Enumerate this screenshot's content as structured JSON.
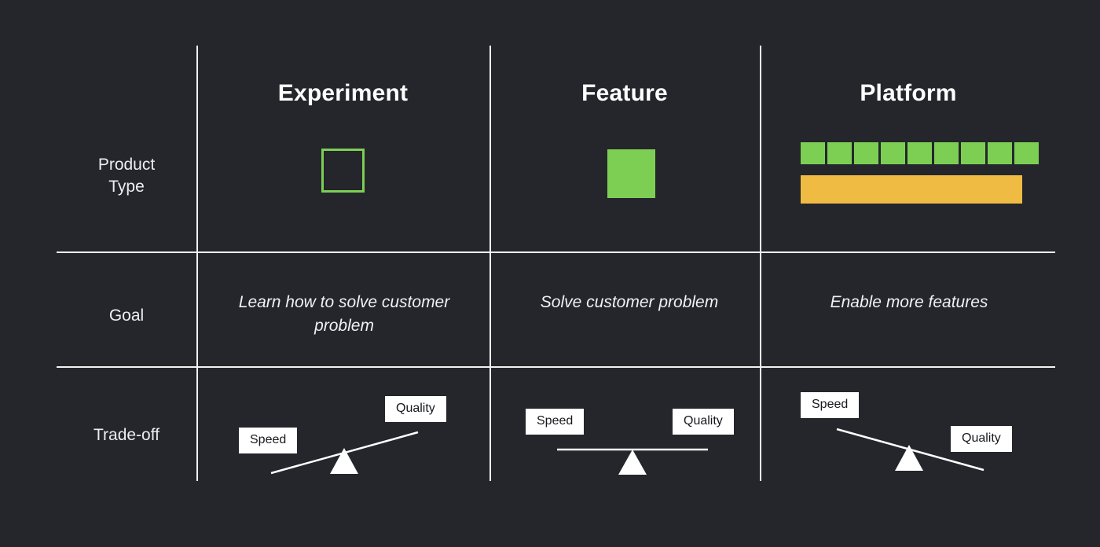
{
  "background_color": "#24262c",
  "accent_colors": {
    "green": "#7ccf53",
    "yellow": "#efbb43",
    "rule": "#f2f2f2",
    "text": "#f0f1f3",
    "chip_bg": "#ffffff",
    "chip_text": "#16181c"
  },
  "columns": [
    {
      "id": "experiment",
      "label": "Experiment"
    },
    {
      "id": "feature",
      "label": "Feature"
    },
    {
      "id": "platform",
      "label": "Platform"
    }
  ],
  "rows": [
    {
      "id": "product-type",
      "label": "Product\nType",
      "line1": "Product",
      "line2": "Type"
    },
    {
      "id": "goal",
      "label": "Goal"
    },
    {
      "id": "tradeoff",
      "label": "Trade-off"
    }
  ],
  "product_type": {
    "experiment": {
      "glyph": "outlined-square",
      "count": 1
    },
    "feature": {
      "glyph": "filled-square",
      "count": 1
    },
    "platform": {
      "glyph": "square-row-plus-bar",
      "count": 9,
      "bar": "yellow-bar"
    }
  },
  "goal": {
    "experiment": "Learn how to solve customer problem",
    "feature": "Solve customer problem",
    "platform": "Enable more features"
  },
  "tradeoff": {
    "left_label": "Speed",
    "right_label": "Quality",
    "experiment": {
      "tilt": "left-down",
      "favors": "Speed"
    },
    "feature": {
      "tilt": "balanced",
      "favors": "Both"
    },
    "platform": {
      "tilt": "right-down",
      "favors": "Quality"
    }
  }
}
